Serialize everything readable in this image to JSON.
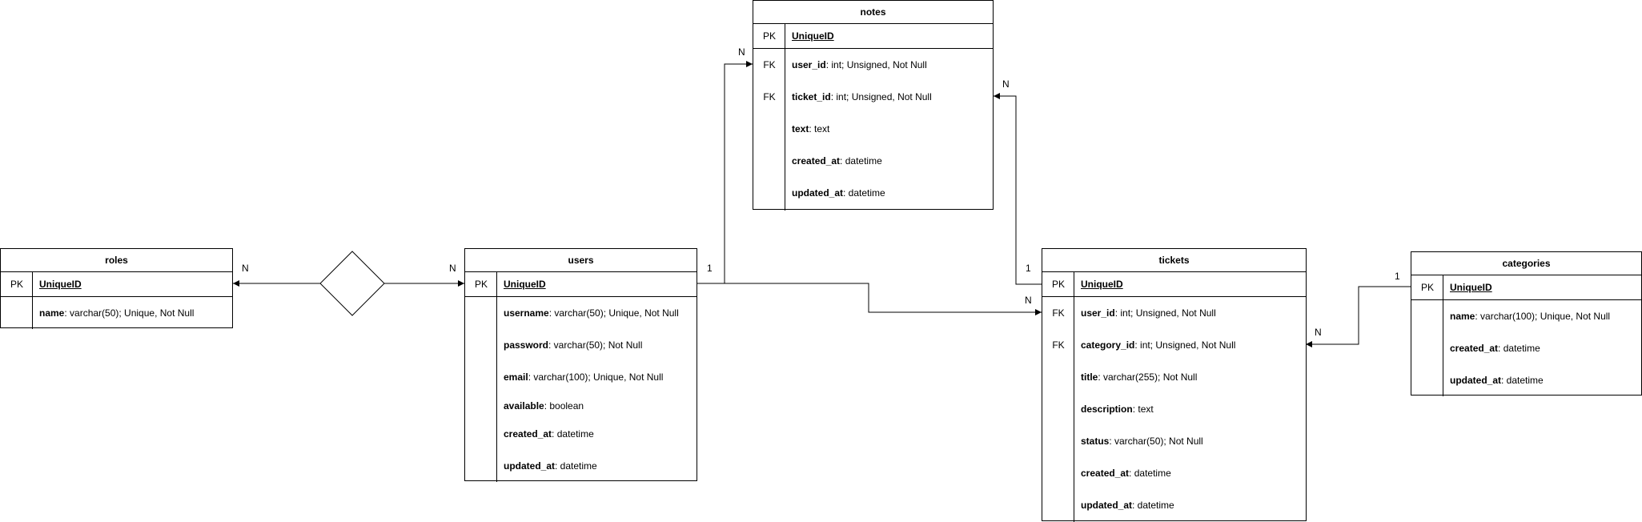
{
  "entities": {
    "roles": {
      "title": "roles",
      "pk_label": "PK",
      "pk_name": "UniqueID",
      "fields": [
        {
          "key": "",
          "name": "name",
          "type": ": varchar(50); Unique, Not Null"
        }
      ]
    },
    "users": {
      "title": "users",
      "pk_label": "PK",
      "pk_name": "UniqueID",
      "fields": [
        {
          "key": "",
          "name": "username",
          "type": ": varchar(50); Unique, Not Null"
        },
        {
          "key": "",
          "name": "password",
          "type": ": varchar(50); Not Null"
        },
        {
          "key": "",
          "name": "email",
          "type": ": varchar(100); Unique, Not Null"
        },
        {
          "key": "",
          "name": "available",
          "type": ": boolean"
        },
        {
          "key": "",
          "name": "created_at",
          "type": ": datetime"
        },
        {
          "key": "",
          "name": "updated_at",
          "type": ": datetime"
        }
      ]
    },
    "notes": {
      "title": "notes",
      "pk_label": "PK",
      "pk_name": "UniqueID",
      "fields": [
        {
          "key": "FK",
          "name": "user_id",
          "type": ": int; Unsigned, Not Null"
        },
        {
          "key": "FK",
          "name": "ticket_id",
          "type": ": int; Unsigned, Not Null"
        },
        {
          "key": "",
          "name": "text",
          "type": ": text"
        },
        {
          "key": "",
          "name": "created_at",
          "type": ": datetime"
        },
        {
          "key": "",
          "name": "updated_at",
          "type": ": datetime"
        }
      ]
    },
    "tickets": {
      "title": "tickets",
      "pk_label": "PK",
      "pk_name": "UniqueID",
      "fields": [
        {
          "key": "FK",
          "name": "user_id",
          "type": ": int; Unsigned, Not Null"
        },
        {
          "key": "FK",
          "name": "category_id",
          "type": ": int; Unsigned, Not Null"
        },
        {
          "key": "",
          "name": "title",
          "type": ": varchar(255); Not Null"
        },
        {
          "key": "",
          "name": "description",
          "type": ": text"
        },
        {
          "key": "",
          "name": "status",
          "type": ": varchar(50); Not Null"
        },
        {
          "key": "",
          "name": "created_at",
          "type": ": datetime"
        },
        {
          "key": "",
          "name": "updated_at",
          "type": ": datetime"
        }
      ]
    },
    "categories": {
      "title": "categories",
      "pk_label": "PK",
      "pk_name": "UniqueID",
      "fields": [
        {
          "key": "",
          "name": "name",
          "type": ": varchar(100); Unique, Not Null"
        },
        {
          "key": "",
          "name": "created_at",
          "type": ": datetime"
        },
        {
          "key": "",
          "name": "updated_at",
          "type": ": datetime"
        }
      ]
    }
  },
  "cardinalities": {
    "roles_side": "N",
    "users_roles_side": "N",
    "users_one": "1",
    "notes_user": "N",
    "notes_ticket": "N",
    "tickets_one": "1",
    "tickets_user": "N",
    "categories_one": "1",
    "tickets_category": "N"
  },
  "colors": {
    "line": "#000000",
    "background": "#ffffff"
  }
}
